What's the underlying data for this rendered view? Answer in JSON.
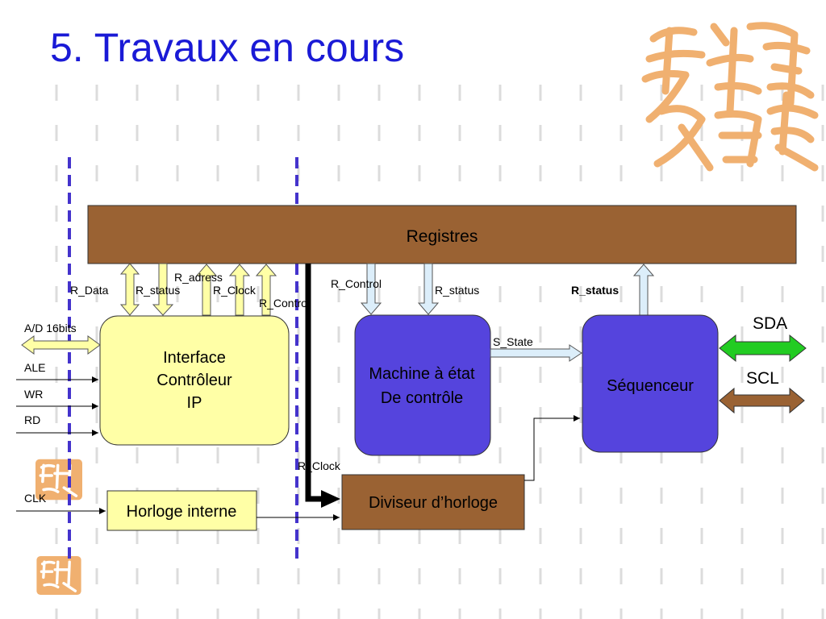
{
  "slide": {
    "title": "5. Travaux en cours"
  },
  "colors": {
    "title": "#1a1ad6",
    "registers": "#9a6233",
    "interface_block": "#ffffa6",
    "state_machine": "#5544dd",
    "sequencer": "#5544dd",
    "divider": "#9a6233",
    "internal_clock": "#ffffa6",
    "sda_arrow": "#22cc22",
    "scl_arrow": "#9a6233",
    "yellow_arrow": "#ffffa6",
    "blue_arrow": "#dceefa",
    "dashed_line": "#4433cc",
    "seal": "#f0b070"
  },
  "blocks": {
    "registers": "Registres",
    "interface": [
      "Interface",
      "Contrôleur",
      "IP"
    ],
    "state_machine": [
      "Machine à état",
      "De contrôle"
    ],
    "sequencer": "Séquenceur",
    "clock_divider": "Diviseur d’horloge",
    "internal_clock": "Horloge interne"
  },
  "signals": {
    "r_data": "R_Data",
    "r_status_if": "R_status",
    "r_adress": "R_adress",
    "r_clock_if": "R_Clock",
    "r_control_if": "R_Control",
    "r_control_sm": "R_Control",
    "r_status_sm": "R_status",
    "r_status_seq": "R_status",
    "s_state": "S_State",
    "r_clock_div": "R_Clock",
    "ad_16bits": "A/D 16bits",
    "ale": "ALE",
    "wr": "WR",
    "rd": "RD",
    "clk": "CLK",
    "sda": "SDA",
    "scl": "SCL"
  },
  "icons": {
    "corner_seal": "chinese-seal-icon",
    "small_seal": "chinese-seal-icon"
  }
}
